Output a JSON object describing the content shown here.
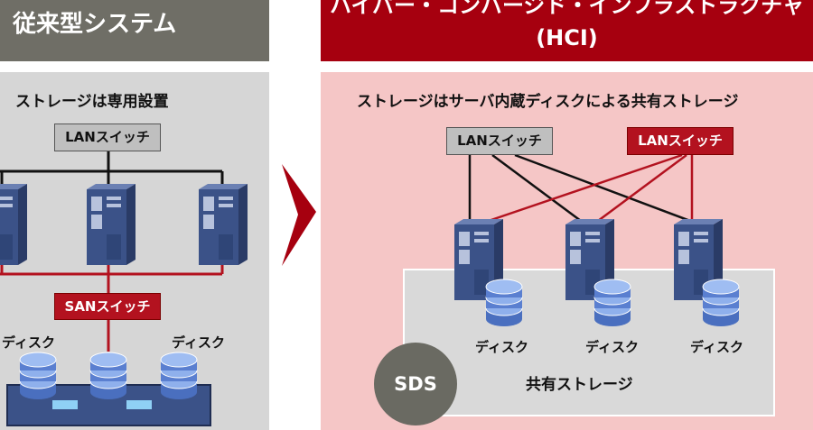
{
  "left": {
    "title": "従来型システム",
    "subtitle": "ストレージは専用設置",
    "lan_switch": "LANスイッチ",
    "san_switch": "SANスイッチ",
    "disk_label_1": "ディスク",
    "disk_label_2": "ディスク"
  },
  "right": {
    "title_line1": "ハイパー・コンバージド・インフラストラクチャ",
    "title_line2": "(HCI)",
    "subtitle": "ストレージはサーバ内蔵ディスクによる共有ストレージ",
    "lan_switch_1": "LANスイッチ",
    "lan_switch_2": "LANスイッチ",
    "disk_label_1": "ディスク",
    "disk_label_2": "ディスク",
    "disk_label_3": "ディスク",
    "shared_storage": "共有ストレージ",
    "sds": "SDS"
  },
  "colors": {
    "left_header": "#6f6e66",
    "right_header": "#a6000f",
    "left_panel": "#d6d6d6",
    "right_panel": "#f5c6c6",
    "red_link": "#b3121f",
    "black_link": "#111111",
    "server": "#3b5288",
    "disk": "#6d8fd6"
  }
}
